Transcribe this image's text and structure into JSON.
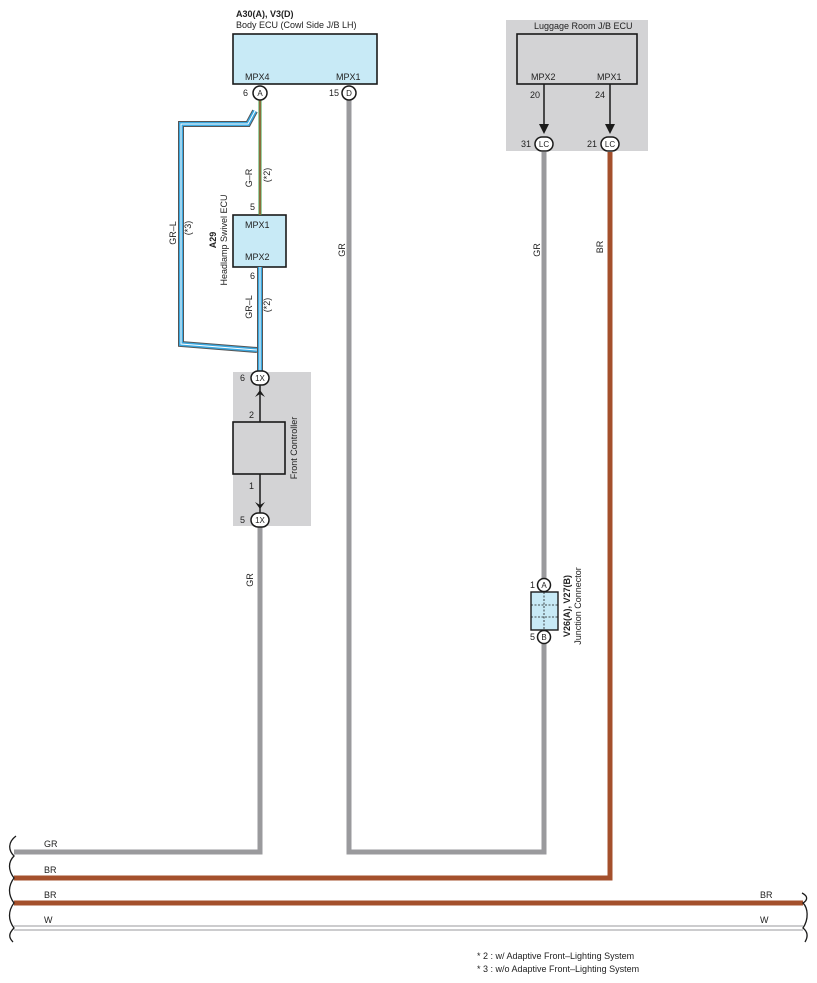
{
  "body_ecu": {
    "code": "A30(A), V3(D)",
    "name": "Body ECU (Cowl Side J/B LH)",
    "pin_mpx4": "MPX4",
    "pin_mpx1": "MPX1",
    "conn_a": "A",
    "conn_d": "D",
    "pin_a_num": "6",
    "pin_d_num": "15"
  },
  "luggage_ecu": {
    "name": "Luggage Room J/B ECU",
    "pin_mpx2": "MPX2",
    "pin_mpx1": "MPX1",
    "pin_20": "20",
    "pin_24": "24",
    "conn_lc": "LC",
    "pin_31": "31",
    "pin_21": "21"
  },
  "headlamp_ecu": {
    "code": "A29",
    "name": "Headlamp Swivel ECU",
    "pin_mpx1": "MPX1",
    "pin_mpx2": "MPX2",
    "pin_5": "5",
    "pin_6": "6"
  },
  "front_controller": {
    "name": "Front Controller",
    "conn": "1X",
    "pin_6": "6",
    "pin_5": "5",
    "pin_2": "2",
    "pin_1": "1"
  },
  "junction": {
    "code": "V26(A), V27(B)",
    "name": "Junction Connector",
    "conn_a": "A",
    "conn_b": "B",
    "pin_1": "1",
    "pin_5": "5"
  },
  "wires": {
    "gr_l_long": "GR–L",
    "note_3": "(*3)",
    "g_r": "G–R",
    "note_2a": "(*2)",
    "gr_l_short": "GR–L",
    "note_2b": "(*2)",
    "gr_mid": "GR",
    "gr_fc": "GR",
    "gr_lc": "GR",
    "br_lc": "BR"
  },
  "bus": {
    "gr": "GR",
    "br1": "BR",
    "br2_left": "BR",
    "br2_right": "BR",
    "w_left": "W",
    "w_right": "W"
  },
  "notes": [
    "* 2 : w/ Adaptive Front–Lighting System",
    "* 3 : w/o Adaptive Front–Lighting System"
  ],
  "colors": {
    "gray_wire": "#9a9a9d",
    "brown_wire": "#a4502c",
    "cyan_fill": "#c8eaf6",
    "shade": "#d3d3d5",
    "blue_wire": "#3ba8e0",
    "green_wire": "#3aa24a",
    "red_wire": "#d83a2c"
  }
}
